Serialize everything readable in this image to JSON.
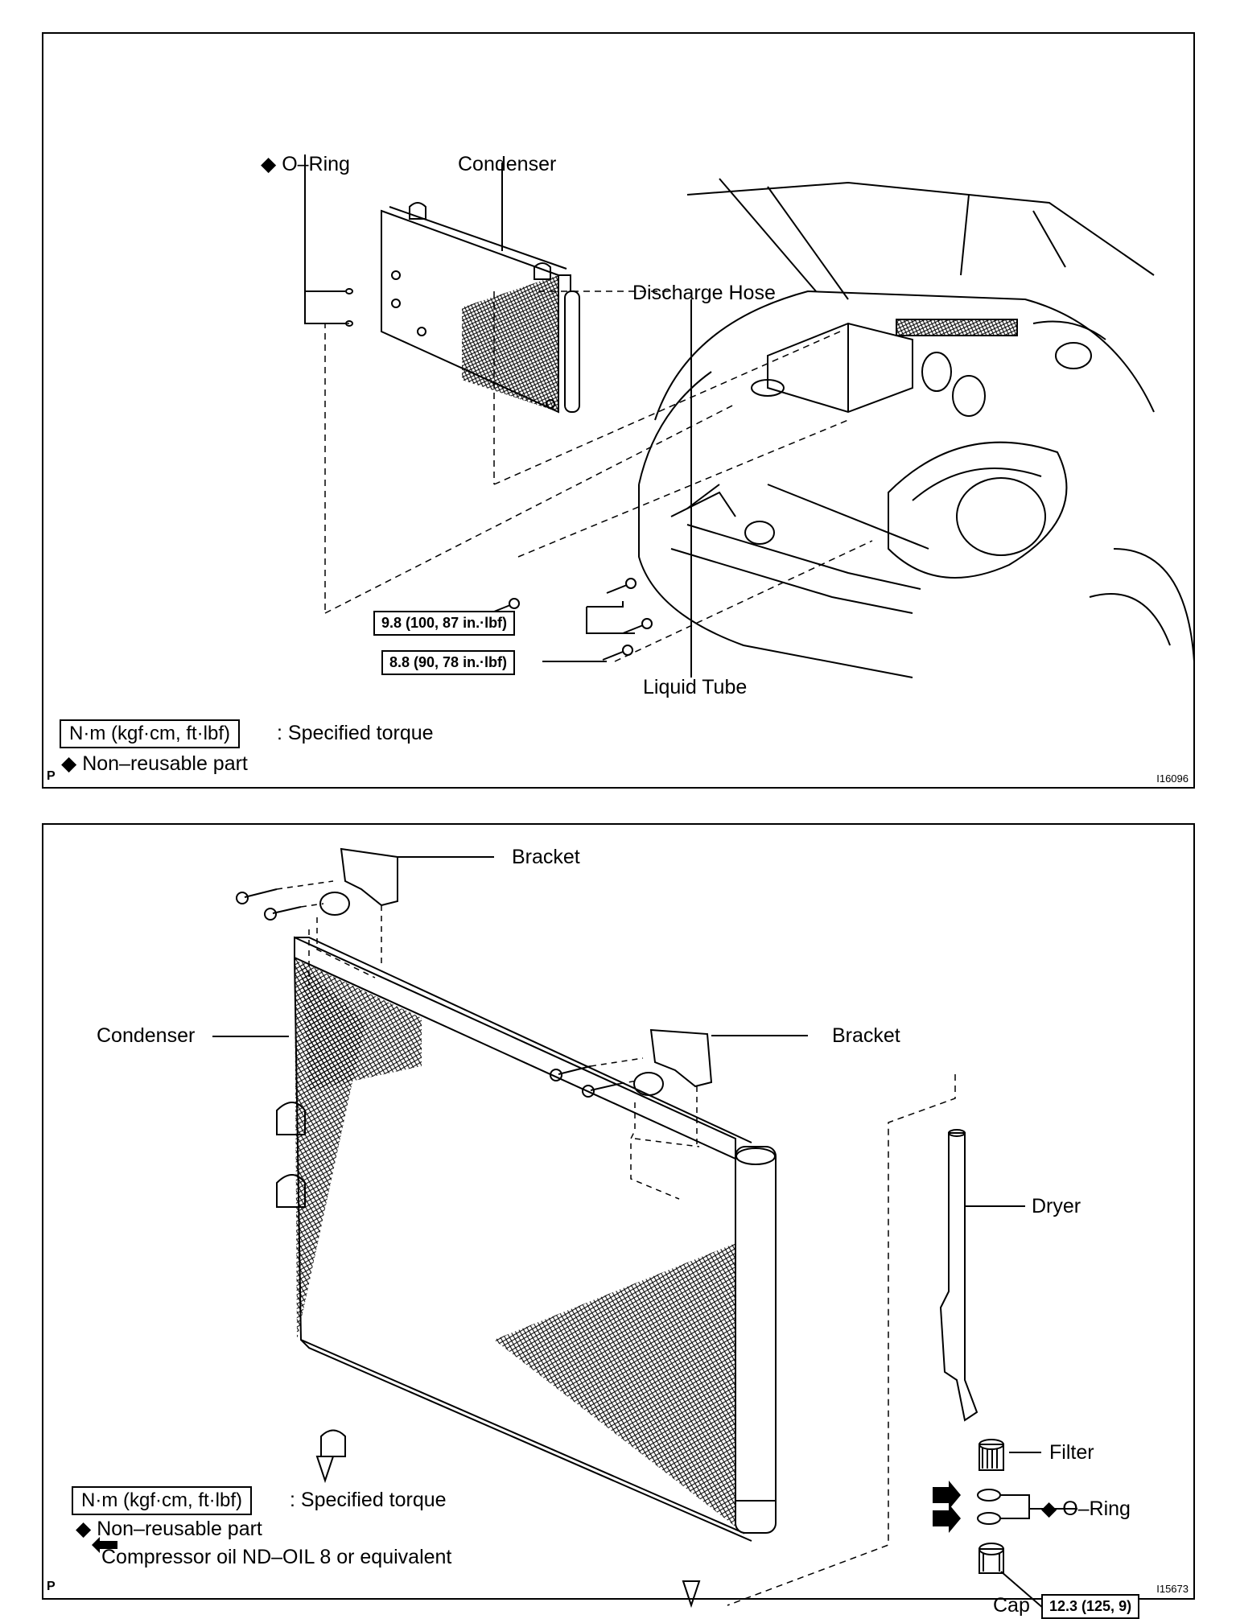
{
  "panel_top": {
    "labels": {
      "o_ring": "O–Ring",
      "condenser": "Condenser",
      "discharge_hose": "Discharge Hose",
      "liquid_tube": "Liquid Tube"
    },
    "torque_1": "9.8 (100, 87 in.·lbf)",
    "torque_2": "8.8 (90, 78 in.·lbf)",
    "legend_box": "N·m (kgf·cm, ft·lbf)",
    "legend_torque": ": Specified torque",
    "legend_nonreusable": "Non–reusable part",
    "corner_mark": "P",
    "figure_id": "I16096"
  },
  "panel_bottom": {
    "labels": {
      "bracket_top": "Bracket",
      "bracket_right": "Bracket",
      "condenser": "Condenser",
      "dryer": "Dryer",
      "filter": "Filter",
      "o_ring": "O–Ring",
      "cap": "Cap"
    },
    "cap_torque": "12.3 (125, 9)",
    "legend_box": "N·m (kgf·cm, ft·lbf)",
    "legend_torque": ": Specified torque",
    "legend_nonreusable": "Non–reusable part",
    "legend_oil": "Compressor oil ND–OIL 8 or equivalent",
    "corner_mark": "P",
    "figure_id": "I15673"
  },
  "symbols": {
    "non_reusable_icon": "diamond-icon",
    "oil_icon": "arrow-left-icon"
  }
}
